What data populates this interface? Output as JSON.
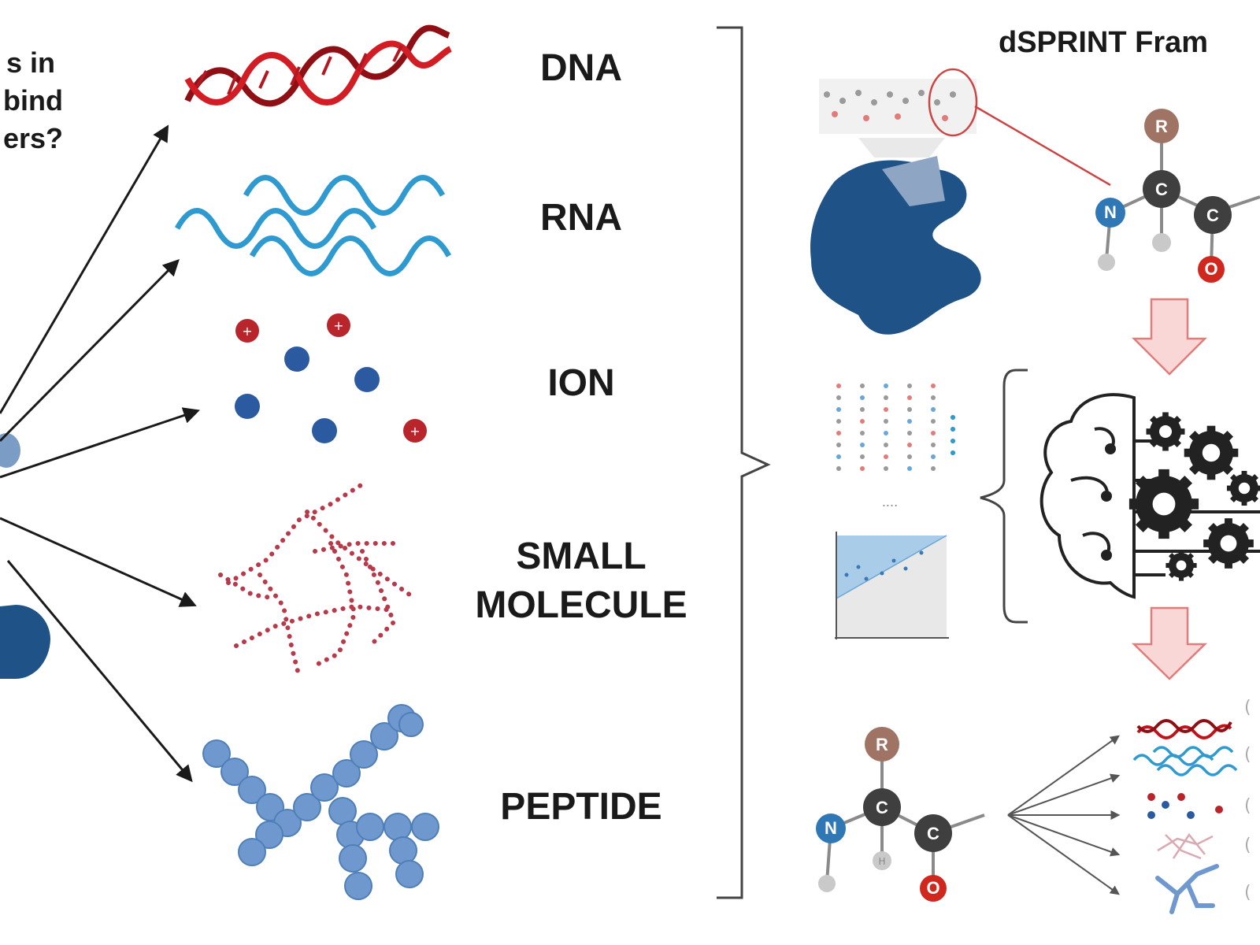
{
  "left_text": {
    "line1": "s in",
    "line2": "bind",
    "line3": "ers?"
  },
  "categories": {
    "dna": "DNA",
    "rna": "RNA",
    "ion": "ION",
    "small_molecule_line1": "SMALL",
    "small_molecule_line2": "MOLECULE",
    "peptide": "PEPTIDE"
  },
  "framework_title": "dSPRINT Fram",
  "atoms": {
    "r": "R",
    "c": "C",
    "n": "N",
    "h": "H",
    "o": "O"
  },
  "ellipsis": "....",
  "colors": {
    "dna": "#c0141b",
    "rna": "#2f9ad0",
    "ion_pos": "#b8262c",
    "ion_neg": "#2b5aa0",
    "small_molecule": "#b8394a",
    "peptide": "#6f98cf",
    "protein": "#1f5387",
    "arrow_fill": "#f9d7d6",
    "arrow_stroke": "#e07d7a",
    "atom_r": "#a07464",
    "atom_c": "#3f3f3f",
    "atom_n": "#2f78b5",
    "atom_h": "#c9c9c9",
    "atom_o": "#d0281f"
  }
}
